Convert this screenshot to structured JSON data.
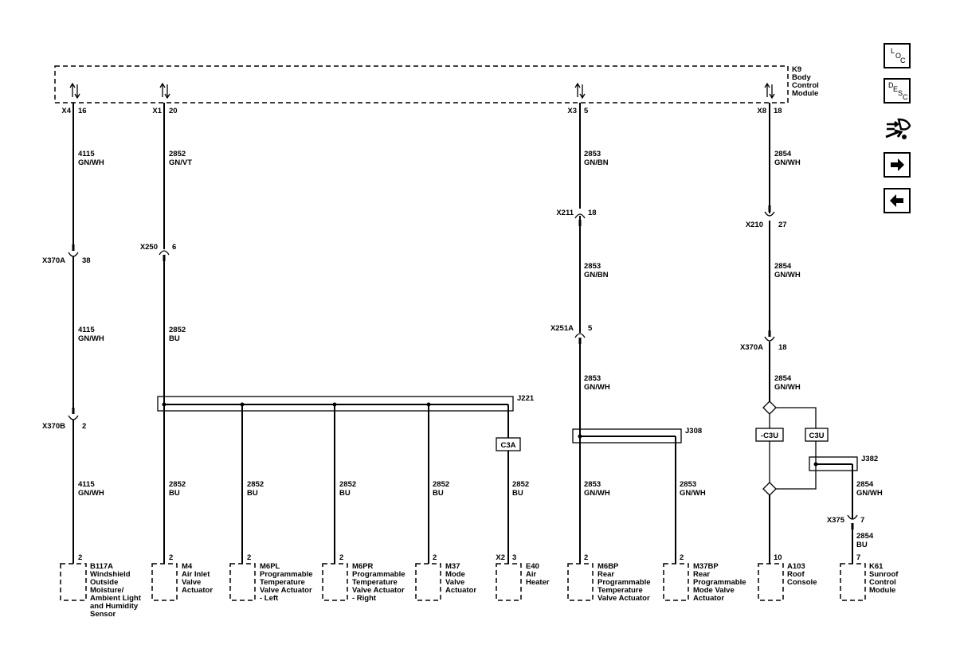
{
  "module": {
    "lines": [
      "K9",
      "Body",
      "Control",
      "Module"
    ]
  },
  "module_pins": [
    {
      "conn": "X4",
      "pin": "16"
    },
    {
      "conn": "X1",
      "pin": "20"
    },
    {
      "conn": "X3",
      "pin": "5"
    },
    {
      "conn": "X8",
      "pin": "18"
    }
  ],
  "wires": {
    "w1a": {
      "circuit": "4115",
      "color": "GN/WH"
    },
    "w1b": {
      "circuit": "4115",
      "color": "GN/WH"
    },
    "w1c": {
      "circuit": "4115",
      "color": "GN/WH"
    },
    "w2a": {
      "circuit": "2852",
      "color": "GN/VT"
    },
    "w2b": {
      "circuit": "2852",
      "color": "BU"
    },
    "w2c": {
      "circuit": "2852",
      "color": "BU"
    },
    "w3": {
      "circuit": "2852",
      "color": "BU"
    },
    "w4": {
      "circuit": "2852",
      "color": "BU"
    },
    "w5": {
      "circuit": "2852",
      "color": "BU"
    },
    "w6": {
      "circuit": "2852",
      "color": "BU"
    },
    "w7a": {
      "circuit": "2853",
      "color": "GN/BN"
    },
    "w7b": {
      "circuit": "2853",
      "color": "GN/BN"
    },
    "w7c": {
      "circuit": "2853",
      "color": "GN/WH"
    },
    "w7d": {
      "circuit": "2853",
      "color": "GN/WH"
    },
    "w8": {
      "circuit": "2853",
      "color": "GN/WH"
    },
    "w9a": {
      "circuit": "2854",
      "color": "GN/WH"
    },
    "w9b": {
      "circuit": "2854",
      "color": "GN/WH"
    },
    "w9c": {
      "circuit": "2854",
      "color": "GN/WH"
    },
    "w10a": {
      "circuit": "2854",
      "color": "GN/WH"
    },
    "w10b": {
      "circuit": "2854",
      "color": "BU"
    }
  },
  "connectors": {
    "x370a_1": {
      "name": "X370A",
      "pin": "38"
    },
    "x370b": {
      "name": "X370B",
      "pin": "2"
    },
    "x250": {
      "name": "X250",
      "pin": "6"
    },
    "x211": {
      "name": "X211",
      "pin": "18"
    },
    "x251a": {
      "name": "X251A",
      "pin": "5"
    },
    "x210": {
      "name": "X210",
      "pin": "27"
    },
    "x370a_2": {
      "name": "X370A",
      "pin": "18"
    },
    "x375": {
      "name": "X375",
      "pin": "7"
    }
  },
  "splices": {
    "j221": "J221",
    "j308": "J308",
    "j382": "J382"
  },
  "options": {
    "c3a": "C3A",
    "neg_c3u": "-C3U",
    "c3u": "C3U"
  },
  "components": [
    {
      "pin": "2",
      "lines": [
        "B117A",
        "Windshield",
        "Outside",
        "Moisture/",
        "Ambient Light",
        "and Humidity",
        "Sensor"
      ]
    },
    {
      "pin": "2",
      "lines": [
        "M4",
        "Air Inlet",
        "Valve",
        "Actuator"
      ]
    },
    {
      "pin": "2",
      "lines": [
        "M6PL",
        "Programmable",
        "Temperature",
        "Valve Actuator",
        "- Left"
      ]
    },
    {
      "pin": "2",
      "lines": [
        "M6PR",
        "Programmable",
        "Temperature",
        "Valve Actuator",
        "- Right"
      ]
    },
    {
      "pin": "2",
      "lines": [
        "M37",
        "Mode",
        "Valve",
        "Actuator"
      ]
    },
    {
      "conn": "X2",
      "pin": "3",
      "lines": [
        "E40",
        "Air",
        "Heater"
      ]
    },
    {
      "pin": "2",
      "lines": [
        "M6BP",
        "Rear",
        "Programmable",
        "Temperature",
        "Valve Actuator"
      ]
    },
    {
      "pin": "2",
      "lines": [
        "M37BP",
        "Rear",
        "Programmable",
        "Mode Valve",
        "Actuator"
      ]
    },
    {
      "pin": "10",
      "lines": [
        "A103",
        "Roof",
        "Console"
      ]
    },
    {
      "pin": "7",
      "lines": [
        "K61",
        "Sunroof",
        "Control",
        "Module"
      ]
    }
  ],
  "nav": {
    "loc": {
      "a": "L",
      "b": "O",
      "c": "C"
    },
    "desc": {
      "a": "D",
      "b": "E",
      "c": "S",
      "d": "C"
    }
  }
}
